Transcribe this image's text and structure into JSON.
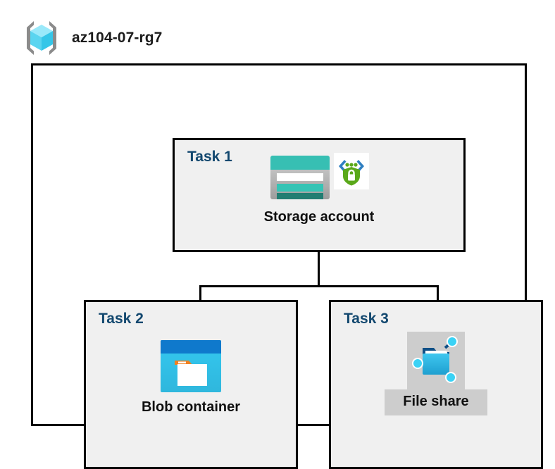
{
  "header": {
    "icon": "resource-group-cube-icon",
    "title": "az104-07-rg7"
  },
  "diagram": {
    "type": "hierarchy",
    "root_label": "az104-07-rg7",
    "colors": {
      "task_label": "#13486f",
      "task_box_fill": "#f0f0f0",
      "border": "#000000",
      "plate_gray": "#cdcdcd",
      "storage_teal": "#37bfb3",
      "storage_teal_dark": "#2a7f77",
      "blob_blue": "#0f7dd4",
      "blob_cyan": "#32c3ef",
      "blob_orange": "#f08020",
      "shield_green": "#5aa81a",
      "cube_cyan": "#7fe3f7"
    },
    "nodes": [
      {
        "task_label": "Task 1",
        "caption": "Storage account",
        "icons": [
          "storage-account-icon",
          "secure-transfer-shield-icon"
        ]
      },
      {
        "task_label": "Task 2",
        "caption": "Blob container",
        "icons": [
          "blob-container-icon"
        ]
      },
      {
        "task_label": "Task 3",
        "caption": "File share",
        "icons": [
          "file-share-icon"
        ]
      }
    ],
    "edges": [
      {
        "from": "Task 1",
        "to": "Task 2"
      },
      {
        "from": "Task 1",
        "to": "Task 3"
      }
    ]
  }
}
